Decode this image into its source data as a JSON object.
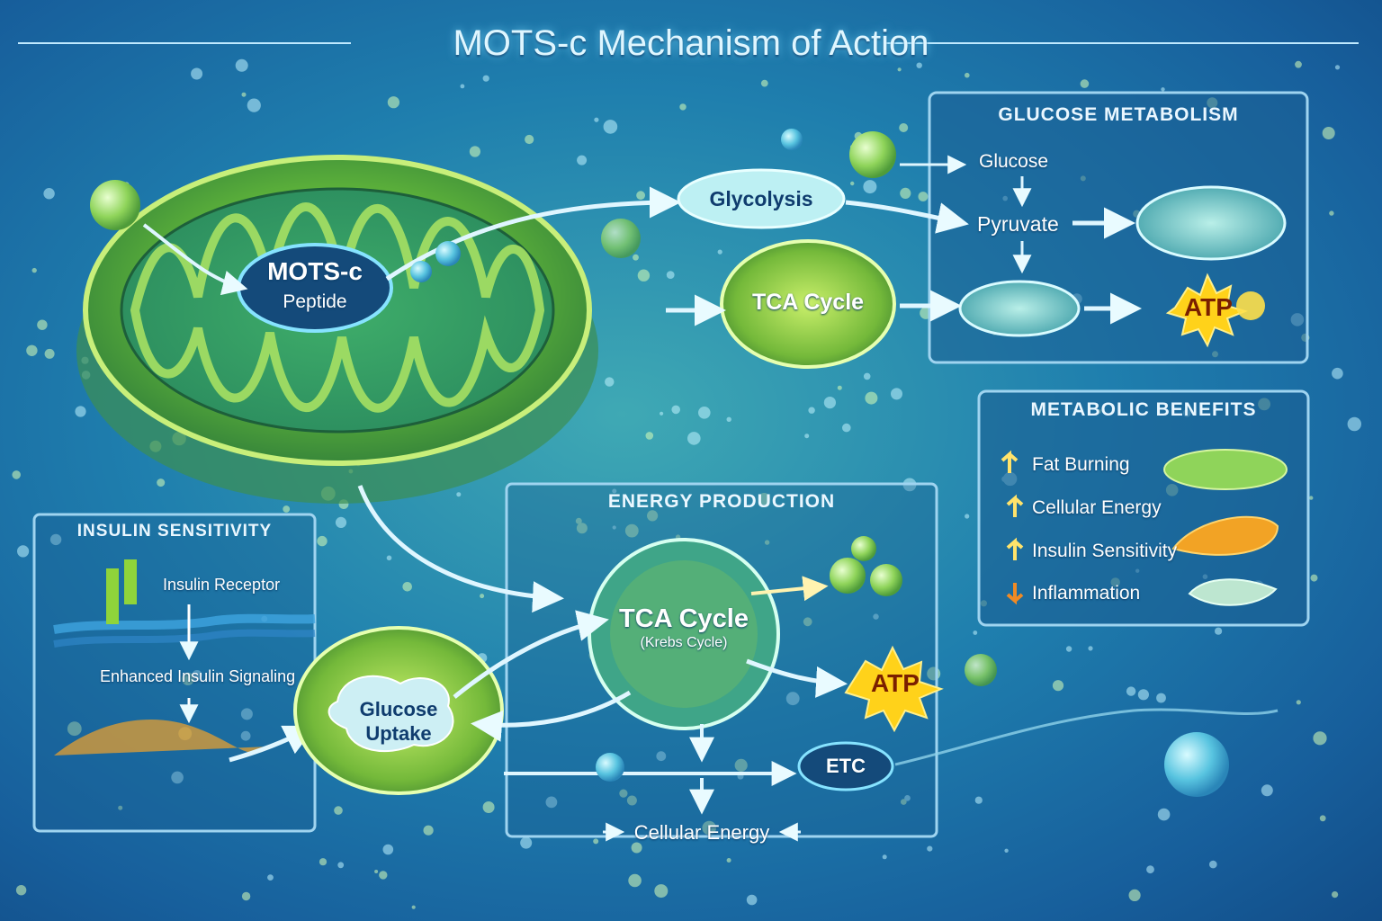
{
  "title": "MOTS-c Mechanism of Action",
  "mitochondrion_label": {
    "line1": "MOTS-c",
    "line2": "Peptide"
  },
  "glycolysis_label": "Glycolysis",
  "tca_cycle_top_label": "TCA Cycle",
  "glucose_metabolism": {
    "title": "GLUCOSE METABOLISM",
    "glucose": "Glucose",
    "pyruvate": "Pyruvate",
    "atp": "ATP"
  },
  "metabolic_benefits": {
    "title": "METABOLIC BENEFITS",
    "items": [
      {
        "direction": "up",
        "label": "Fat Burning"
      },
      {
        "direction": "up",
        "label": "Cellular Energy"
      },
      {
        "direction": "up",
        "label": "Insulin Sensitivity"
      },
      {
        "direction": "down",
        "label": "Inflammation"
      }
    ]
  },
  "insulin_sensitivity": {
    "title": "INSULIN SENSITIVITY",
    "receptor": "Insulin Receptor",
    "signaling": "Enhanced Insulin Signaling",
    "glucose_uptake_line1": "Glucose",
    "glucose_uptake_line2": "Uptake"
  },
  "energy_production": {
    "title": "ENERGY PRODUCTION",
    "tca_cycle": "TCA Cycle",
    "krebs": "(Krebs Cycle)",
    "atp": "ATP",
    "etc": "ETC",
    "cellular_energy": "Cellular Energy"
  },
  "colors": {
    "mito_green": "#7cc242",
    "panel_border": "#9fd4f0",
    "atp_yellow": "#ffd21a",
    "arrow_up": "#ffe36b",
    "arrow_down": "#f08a24"
  }
}
